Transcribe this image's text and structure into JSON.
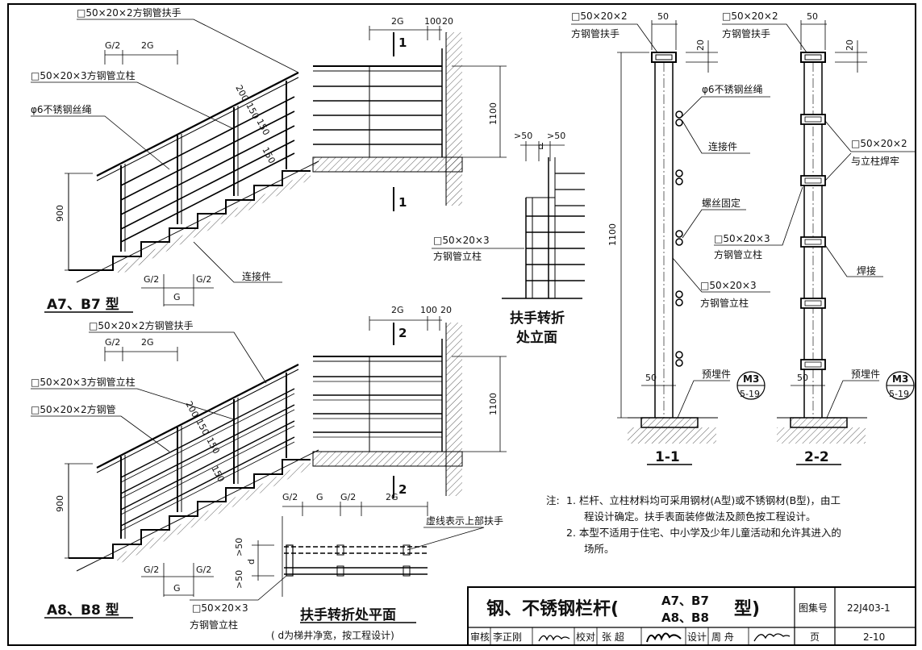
{
  "labels": {
    "a7_handrail": "□50×20×2方钢管扶手",
    "a7_post": "□50×20×3方钢管立柱",
    "a7_cable": "φ6不锈钢丝绳",
    "a7_connector": "连接件",
    "a7_title": "A7、B7 型",
    "a8_handrail": "□50×20×2方钢管扶手",
    "a8_post": "□50×20×3方钢管立柱",
    "a8_rail": "□50×20×2方钢管",
    "a8_title": "A8、B8 型",
    "turn_post_spec": "□50×20×3",
    "turn_post_name": "方钢管立柱",
    "turn_elev_title_1": "扶手转折",
    "turn_elev_title_2": "处立面",
    "turn_plan_title": "扶手转折处平面",
    "turn_plan_sub": "( d为梯井净宽，按工程设计)",
    "dashed_note": "虚线表示上部扶手",
    "plan_post_spec": "□50×20×3",
    "plan_post_name": "方钢管立柱",
    "s11_rail_spec": "□50×20×2",
    "s11_rail_name": "方钢管扶手",
    "s11_cable": "φ6不锈钢丝绳",
    "s11_connector": "连接件",
    "s11_screw": "螺丝固定",
    "s11_post_spec": "□50×20×3",
    "s11_post_name": "方钢管立柱",
    "s11_embed": "预埋件",
    "s11_title": "1-1",
    "s22_rail_spec": "□50×20×2",
    "s22_rail_name": "方钢管扶手",
    "s22_weld_spec": "□50×20×2",
    "s22_weld_name": "与立柱焊牢",
    "s22_post_spec": "□50×20×3",
    "s22_post_name": "方钢管立柱",
    "s22_welding": "焊接",
    "s22_embed": "预埋件",
    "s22_title": "2-2",
    "ref_top": "M3",
    "ref_bottom": "5-19",
    "sec1": "1",
    "sec2": "2"
  },
  "dims": {
    "g_half": "G/2",
    "g": "G",
    "two_g": "2G",
    "d100": "100",
    "d20": "20",
    "d50": "50",
    "d1100": "1100",
    "d900": "900",
    "d200": "200",
    "d150": "150",
    "gt50": ">50",
    "d": "d"
  },
  "notes": {
    "prefix": "注:",
    "n1_a": "1.  栏杆、立柱材料均可采用钢材(A型)或不锈钢材(B型)，由工",
    "n1_b": "程设计确定。扶手表面装修做法及颜色按工程设计。",
    "n2_a": "2.  本型不适用于住宅、中小学及少年儿童活动和允许其进入的",
    "n2_b": "场所。"
  },
  "title_block": {
    "title_main": "钢、不锈钢栏杆(",
    "title_code_top": "A7、B7",
    "title_code_bottom": "A8、B8",
    "title_end": "型)",
    "atlas_label": "图集号",
    "atlas_no": "22J403-1",
    "page_label": "页",
    "page_no": "2-10",
    "review_label": "审核",
    "review_name": "李正刚",
    "check_label": "校对",
    "check_name": "张  超",
    "design_label": "设计",
    "design_name": "周  舟"
  }
}
